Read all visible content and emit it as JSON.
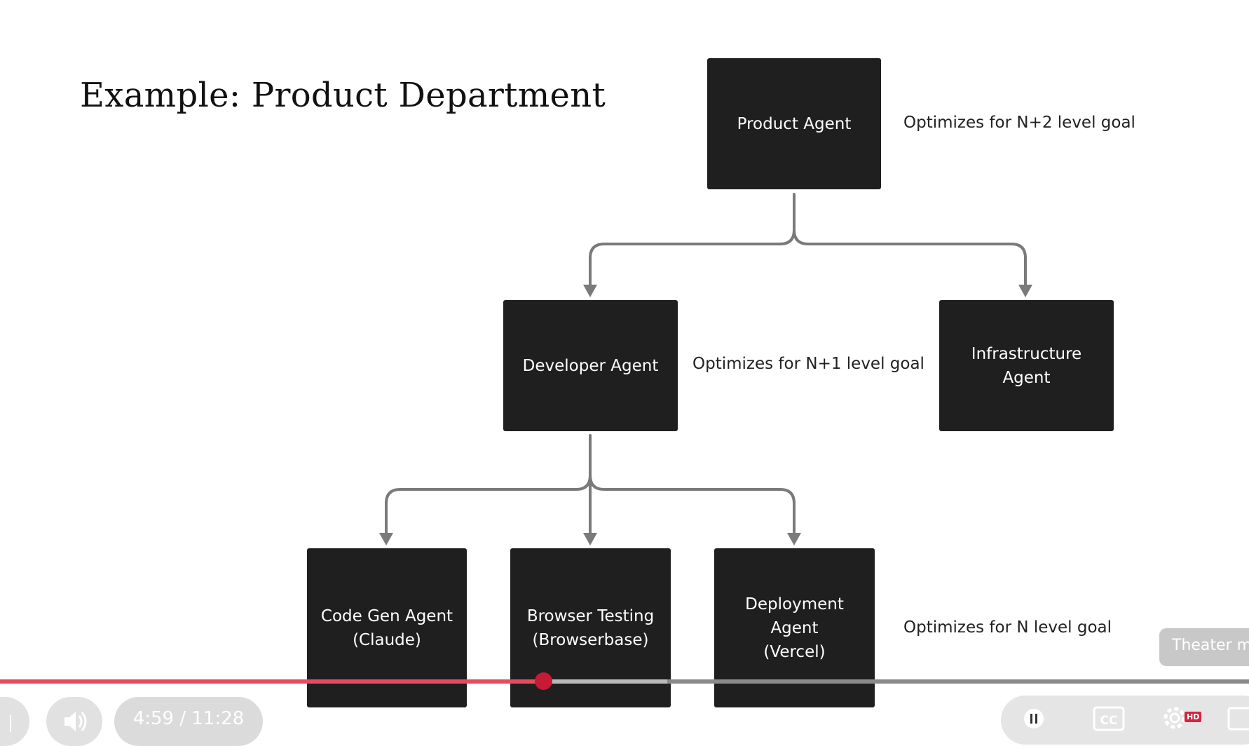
{
  "slide": {
    "title": "Example: Product Department",
    "boxes": {
      "product": "Product Agent",
      "developer": "Developer Agent",
      "infrastructure": "Infrastructure\nAgent",
      "codegen": "Code Gen Agent\n(Claude)",
      "browser_testing": "Browser Testing\n(Browserbase)",
      "deployment": "Deployment\nAgent\n(Vercel)"
    },
    "notes": {
      "n_plus_2": "Optimizes for N+2 level goal",
      "n_plus_1": "Optimizes for N+1 level goal",
      "n": "Optimizes for N level goal"
    }
  },
  "player": {
    "time": "4:59 / 11:28",
    "progress_fraction": 0.435,
    "buffered_fraction": 0.534,
    "tooltip": "Theater m",
    "hd_badge": "HD",
    "icons": [
      "play-icon",
      "volume-icon",
      "pause-icon",
      "captions-icon",
      "settings-icon",
      "theater-icon"
    ],
    "colors": {
      "played": "#e8455b",
      "scrubber": "#c81a35",
      "box": "#1f1f1f",
      "connector": "#7a7a7a"
    }
  }
}
